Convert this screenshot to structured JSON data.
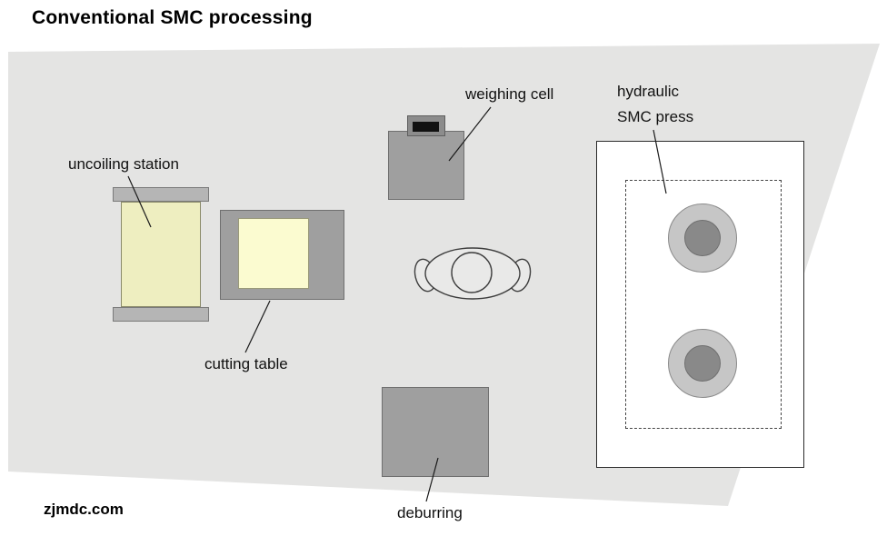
{
  "title": "Conventional SMC processing",
  "watermark": "zjmdc.com",
  "labels": {
    "uncoiling_station": "uncoiling station",
    "cutting_table": "cutting table",
    "weighing_cell": "weighing cell",
    "press_line1": "hydraulic",
    "press_line2": "SMC press",
    "deburring": "deburring"
  },
  "colors": {
    "floor": "#e4e4e3",
    "machine_gray": "#9f9f9f",
    "machine_gray_dark": "#8c8c8c",
    "coil_body": "#eeeec0",
    "coil_cap": "#b5b5b5",
    "cutting_inner": "#fbfbd0",
    "press_outer_circle": "#c6c6c6",
    "press_inner_circle": "#898989",
    "line": "#1a1a1a"
  }
}
